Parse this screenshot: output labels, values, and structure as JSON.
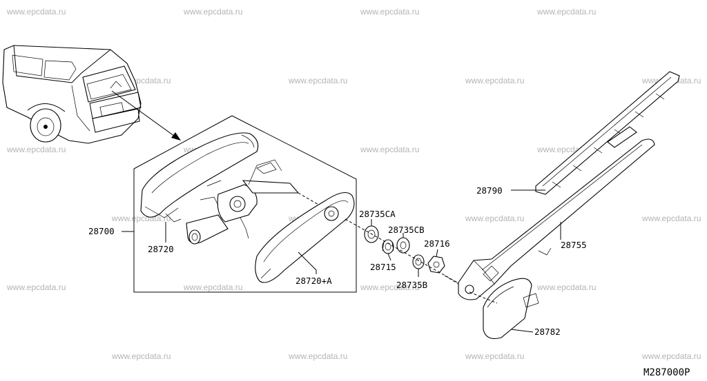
{
  "watermark": "www.epcdata.ru",
  "diagram_code": "M287000P",
  "callouts": {
    "c28700": "28700",
    "c28720": "28720",
    "c28720a": "28720+A",
    "c28735ca": "28735CA",
    "c28735cb": "28735CB",
    "c28716": "28716",
    "c28715": "28715",
    "c28735b": "28735B",
    "c28790": "28790",
    "c28755": "28755",
    "c28782": "28782"
  }
}
